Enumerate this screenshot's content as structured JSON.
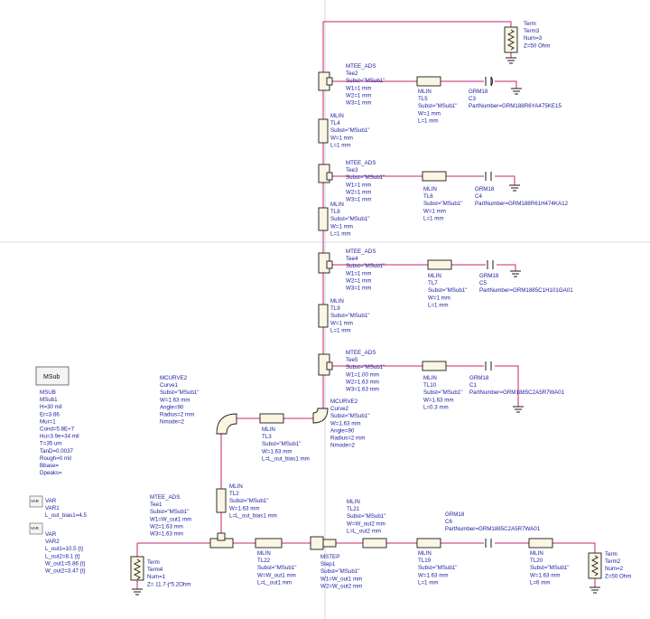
{
  "msub": {
    "box_label": "MSub",
    "lines": [
      "MSUB",
      "MSub1",
      "H=30 mil",
      "Er=3.66",
      "Mur=1",
      "Cond=5.8E+7",
      "Hu=3.9e+34 mil",
      "T=35 um",
      "TanD=0.0037",
      "Rough=0 mil",
      "Bbase=",
      "Dpeaks="
    ]
  },
  "var1": {
    "badge": "VAR",
    "lines": [
      "VAR",
      "VAR1",
      "L_out_bias1=4.5"
    ]
  },
  "var2": {
    "badge": "VAR",
    "lines": [
      "VAR",
      "VAR2",
      "L_out1=10.5 {t}",
      "L_out2=8.1 {t}",
      "W_out1=5.86 {t}",
      "W_out2=3.47 {t}"
    ]
  },
  "term3": {
    "lines": [
      "Term",
      "Term3",
      "Num=3",
      "Z=50 Ohm"
    ]
  },
  "term4": {
    "lines": [
      "Term",
      "Term4",
      "Num=1",
      "Z= 11.7-j*5.2Ohm"
    ]
  },
  "term2": {
    "lines": [
      "Term",
      "Term2",
      "Num=2",
      "Z=50 Ohm"
    ]
  },
  "tee2": {
    "lines": [
      "MTEE_ADS",
      "Tee2",
      "Subst=\"MSub1\"",
      "W1=1 mm",
      "W2=1 mm",
      "W3=1 mm"
    ]
  },
  "tee3": {
    "lines": [
      "MTEE_ADS",
      "Tee3",
      "Subst=\"MSub1\"",
      "W1=1 mm",
      "W2=1 mm",
      "W3=1 mm"
    ]
  },
  "tee4": {
    "lines": [
      "MTEE_ADS",
      "Tee4",
      "Subst=\"MSub1\"",
      "W1=1 mm",
      "W2=1 mm",
      "W3=1 mm"
    ]
  },
  "tee5": {
    "lines": [
      "MTEE_ADS",
      "Tee5",
      "Subst=\"MSub1\"",
      "W1=1.00 mm",
      "W2=1.63 mm",
      "W3=1.63 mm"
    ]
  },
  "tee1": {
    "lines": [
      "MTEE_ADS",
      "Tee1",
      "Subst=\"MSub1\"",
      "W1=W_out1 mm",
      "W2=1.63 mm",
      "W3=1.63 mm"
    ]
  },
  "tl4": {
    "lines": [
      "MLIN",
      "TL4",
      "Subst=\"MSub1\"",
      "W=1 mm",
      "L=1 mm"
    ]
  },
  "tl8": {
    "lines": [
      "MLIN",
      "TL8",
      "Subst=\"MSub1\"",
      "W=1 mm",
      "L=1 mm"
    ]
  },
  "tl9": {
    "lines": [
      "MLIN",
      "TL9",
      "Subst=\"MSub1\"",
      "W=1 mm",
      "L=1 mm"
    ]
  },
  "tl5": {
    "lines": [
      "MLIN",
      "TL5",
      "Subst=\"MSub1\"",
      "W=1 mm",
      "L=1 mm"
    ]
  },
  "tl6": {
    "lines": [
      "MLIN",
      "TL6",
      "Subst=\"MSub1\"",
      "W=1 mm",
      "L=1 mm"
    ]
  },
  "tl7": {
    "lines": [
      "MLIN",
      "TL7",
      "Subst=\"MSub1\"",
      "W=1 mm",
      "L=1 mm"
    ]
  },
  "tl10": {
    "lines": [
      "MLIN",
      "TL10",
      "Subst=\"MSub1\"",
      "W=1.63 mm",
      "L=0.3 mm"
    ]
  },
  "tl3": {
    "lines": [
      "MLIN",
      "TL3",
      "Subst=\"MSub1\"",
      "W=1.63 mm",
      "L=L_out_bias1 mm"
    ]
  },
  "tl2": {
    "lines": [
      "MLIN",
      "TL2",
      "Subst=\"MSub1\"",
      "W=1.63 mm",
      "L=L_out_bias1 mm"
    ]
  },
  "tl22": {
    "lines": [
      "MLIN",
      "TL22",
      "Subst=\"MSub1\"",
      "W=W_out1 mm",
      "L=L_out1 mm"
    ]
  },
  "tl21": {
    "lines": [
      "MLIN",
      "TL21",
      "Subst=\"MSub1\"",
      "W=W_out2 mm",
      "L=L_out2 mm"
    ]
  },
  "tl19": {
    "lines": [
      "MLIN",
      "TL19",
      "Subst=\"MSub1\"",
      "W=1.63 mm",
      "L=1 mm"
    ]
  },
  "tl20": {
    "lines": [
      "MLIN",
      "TL20",
      "Subst=\"MSub1\"",
      "W=1.63 mm",
      "L=6 mm"
    ]
  },
  "step1": {
    "lines": [
      "MSTEP",
      "Step1",
      "Subst=\"MSub1\"",
      "W1=W_out1 mm",
      "W2=W_out2 mm"
    ]
  },
  "curve1": {
    "lines": [
      "MCURVE2",
      "Curve1",
      "Subst=\"MSub1\"",
      "W=1.63 mm",
      "Angle=90",
      "Radius=2 mm",
      "Nmode=2"
    ]
  },
  "curve2": {
    "lines": [
      "MCURVE2",
      "Curve2",
      "Subst=\"MSub1\"",
      "W=1.63 mm",
      "Angle=90",
      "Radius=2 mm",
      "Nmode=2"
    ]
  },
  "c3": {
    "lines": [
      "GRM18",
      "C3"
    ],
    "part": "PartNumber=GRM188R6YA475KE15"
  },
  "c4": {
    "lines": [
      "GRM18",
      "C4"
    ],
    "part": "PartNumber=GRM188R61H474KA12"
  },
  "c5": {
    "lines": [
      "GRM18",
      "C5"
    ],
    "part": "PartNumber=GRM1885C1H101GA01"
  },
  "c1": {
    "lines": [
      "GRM18",
      "C1"
    ],
    "part": "PartNumber=GRM1885C2A5R7WA01"
  },
  "c6": {
    "lines": [
      "GRM18",
      "C6"
    ],
    "part": "PartNumber=GRM1885C2A5R7WA01"
  }
}
